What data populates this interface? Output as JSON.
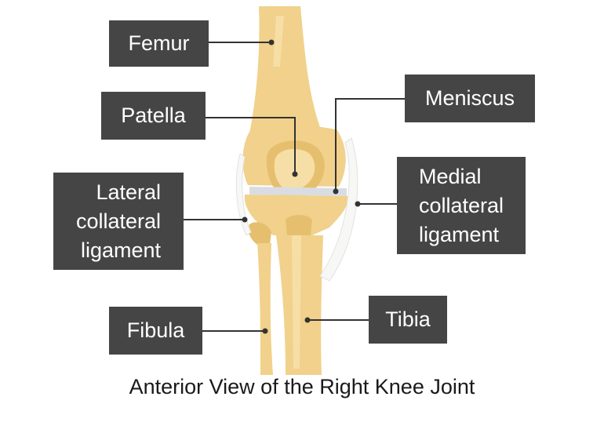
{
  "diagram": {
    "caption": "Anterior View of the Right Knee Joint",
    "colors": {
      "bone": "#f1d18b",
      "bone_shade": "#e6bf6e",
      "bone_light": "#f6dfa6",
      "meniscus": "#d9dde3",
      "ligament": "#f7f7f5",
      "label_bg": "#454545",
      "label_text": "#ffffff",
      "leader_line": "#333333"
    },
    "labels": {
      "femur": "Femur",
      "patella": "Patella",
      "lateral_collateral_ligament": "Lateral\ncollateral\nligament",
      "fibula": "Fibula",
      "meniscus": "Meniscus",
      "medial_collateral_ligament": "Medial\ncollateral\nligament",
      "tibia": "Tibia"
    }
  }
}
